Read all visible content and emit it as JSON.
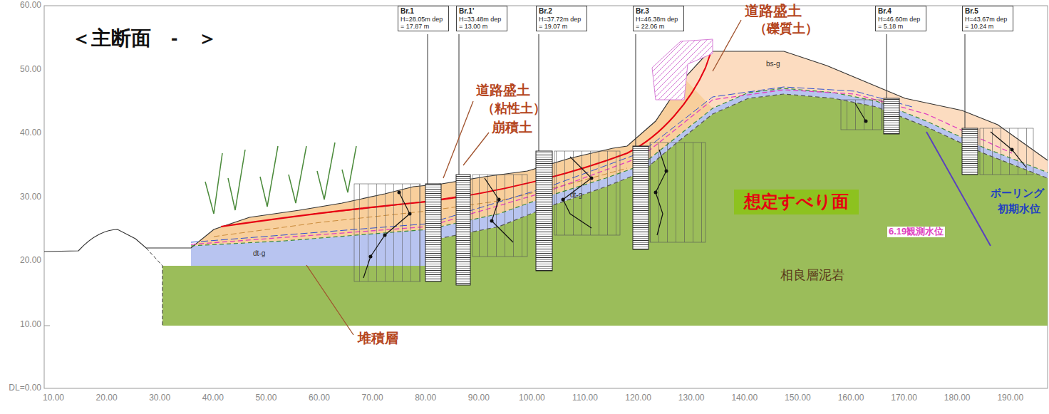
{
  "diagram": {
    "title": "＜主断面　-　＞",
    "nodes": [
      {
        "text": [
          "Br.1",
          "H=28.05m dep = 17.87 m"
        ]
      },
      {
        "text": [
          "Br.1'",
          "H=33.48m dep = 13.00 m"
        ]
      },
      {
        "text": [
          "Br.2",
          "H=37.72m dep = 19.07 m"
        ]
      },
      {
        "text": [
          "Br.3",
          "H=46.38m dep = 22.06 m"
        ]
      },
      {
        "text": [
          "Br.4",
          "H=46.60m dep = 5.18 m"
        ]
      },
      {
        "text": [
          "Br.5",
          "H=43.67m dep = 10.24 m"
        ]
      },
      {
        "text": [
          "想定すべり面"
        ]
      }
    ],
    "labels": [
      "道路盛土",
      "（礫質土）",
      "道路盛土",
      "（粘性土）",
      "崩積土",
      "堆積層",
      "相良層泥岩",
      "ボーリング",
      "初期水位",
      "6.19観測水位",
      "bs-g",
      "dt-g",
      "dt-g",
      "60.00",
      "50.00",
      "40.00",
      "30.00",
      "20.00",
      "10.00",
      "DL=0.00",
      "10.00",
      "20.00",
      "30.00",
      "40.00",
      "50.00",
      "60.00",
      "70.00",
      "80.00",
      "90.00",
      "100.00",
      "110.00",
      "120.00",
      "130.00",
      "140.00",
      "150.00",
      "160.00",
      "170.00",
      "180.00",
      "190.00"
    ]
  }
}
